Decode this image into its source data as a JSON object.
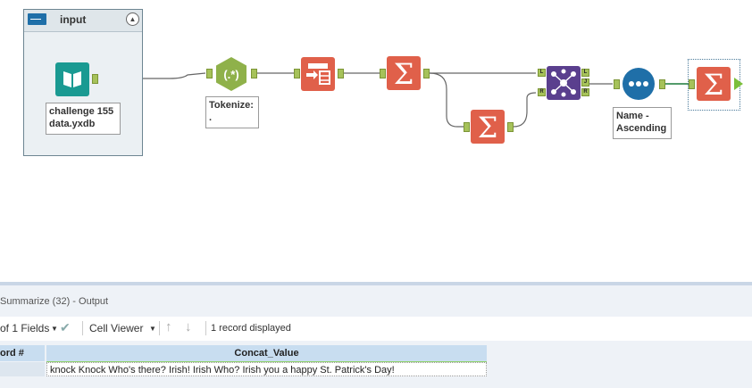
{
  "canvas": {
    "container": {
      "title": "input",
      "collapse_icon": "chevron-up-icon"
    },
    "input_tool": {
      "annotation_line1": "challenge 155",
      "annotation_line2": "data.yxdb",
      "icon": "book-icon"
    },
    "regex_tool": {
      "glyph": "(.*)",
      "annotation_line1": "Tokenize:",
      "annotation_line2": ".",
      "icon": "regex-icon"
    },
    "text_to_columns_tool": {
      "icon": "text-to-columns-icon"
    },
    "summarize_tool_1": {
      "glyph": "Σ",
      "icon": "sigma-icon"
    },
    "summarize_tool_2": {
      "glyph": "Σ",
      "icon": "sigma-icon"
    },
    "join_tool": {
      "icon": "join-icon",
      "in_left": "L",
      "in_right": "R",
      "out_left": "L",
      "out_join": "J",
      "out_right": "R"
    },
    "sort_tool": {
      "annotation_line1": "Name -",
      "annotation_line2": "Ascending",
      "icon": "sort-icon"
    },
    "summarize_tool_3": {
      "glyph": "Σ",
      "icon": "sigma-icon",
      "selected": true
    }
  },
  "results": {
    "title": "Summarize (32) - Output",
    "toolbar": {
      "fields_label": "of 1 Fields",
      "viewer_label": "Cell Viewer",
      "records_label": "1 record displayed"
    },
    "columns": [
      "ord #",
      "Concat_Value"
    ],
    "rows": [
      {
        "record": "",
        "value": "knock Knock Who's there? Irish! Irish Who? Irish you a happy St. Patrick's Day!"
      }
    ]
  },
  "colors": {
    "input_teal": "#1a9a92",
    "regex_green": "#8fb14a",
    "transform_orange": "#e0604a",
    "join_purple": "#5a3f8e",
    "sort_blue": "#1f6fa8",
    "anchor_green": "#a6c25a"
  }
}
